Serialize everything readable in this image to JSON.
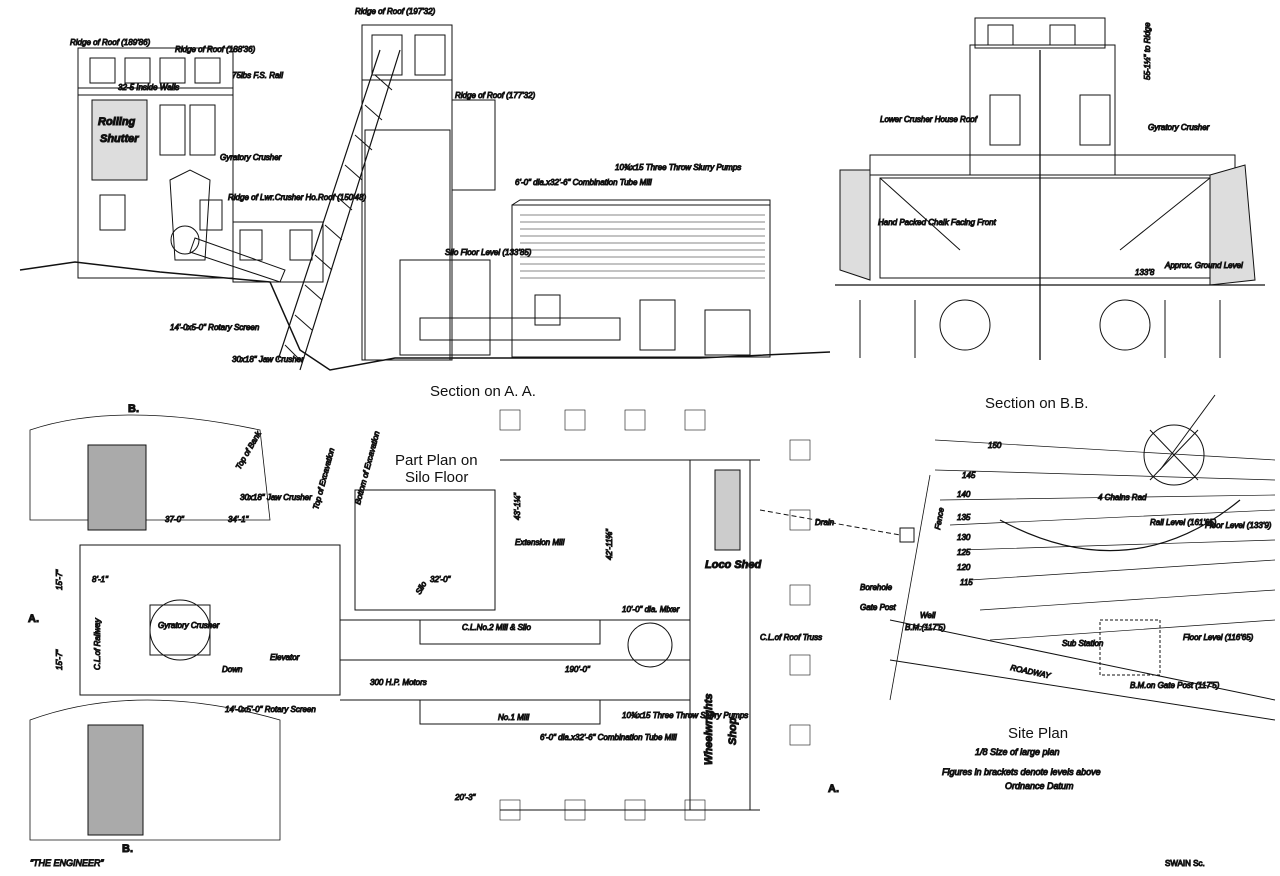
{
  "captions": {
    "section_aa": "Section on A. A.",
    "section_bb": "Section on B.B.",
    "part_plan": "Part Plan on",
    "part_plan2": "Silo Floor",
    "site_plan": "Site Plan",
    "site_scale": "1/8 Size of large plan",
    "site_note1": "Figures in brackets denote levels above",
    "site_note2": "Ordnance Datum",
    "credit_left": "“THE ENGINEER”",
    "credit_right": "SWAIN Sc."
  },
  "section_aa_labels": {
    "ridge1": "Ridge of Roof (189'86)",
    "ridge2": "Ridge of Roof (188'36)",
    "ridge3": "Ridge of Roof (197'32)",
    "ridge4": "Ridge of Roof (177'32)",
    "inside_walls": "32-5 Inside Walls",
    "rail": "75lbs F.S. Rail",
    "rolling": "Rolling",
    "shutter": "Shutter",
    "gyratory": "Gyratory Crusher",
    "lwr_ridge": "Ridge of Lwr.Crusher Ho.Roof (150'48)",
    "tube_mill": "6'-0\" dia.x32'-6\" Combination Tube Mill",
    "pumps": "10¾x15 Three Throw Slurry Pumps",
    "silo_floor": "Silo Floor Level (133'85)",
    "rotary_screen": "14'-0x5-0\" Rotary Screen",
    "jaw_crusher": "30x18\" Jaw Crusher"
  },
  "section_bb_labels": {
    "lower_roof": "Lower Crusher House Roof",
    "gyratory": "Gyratory Crusher",
    "to_ridge": "55-1½\" to Ridge",
    "hand_packed": "Hand Packed Chalk Facing Front",
    "level": "133'8",
    "ground": "Approx. Ground Level"
  },
  "plan_labels": {
    "b_top": "B.",
    "b_bottom": "B.",
    "a_left": "A.",
    "a_right": "A.",
    "top_bank": "Top of Bank",
    "top_excavation": "Top of Excavation",
    "bottom_excavation": "Bottom of Excavation",
    "jaw_crusher": "30x18\" Jaw Crusher",
    "dim_37": "37-0\"",
    "dim_34": "34'-1\"",
    "dim_8": "8'-1\"",
    "dim_32": "32'-0\"",
    "dim_15a": "15'-7\"",
    "dim_15b": "15'-7\"",
    "dim_43": "43'-1¼\"",
    "dim_42": "42'-11⅝\"",
    "dim_190": "190'-0\"",
    "dim_20": "20'-3\"",
    "railway": "C.L.of Railway",
    "gyratory": "Gyratory Crusher",
    "silo": "Silo",
    "extension": "Extension Mill",
    "mill_silo": "C.L.No.2 Mill & Silo",
    "mixer": "10'-0\" dia. Mixer",
    "loco": "Loco Shed",
    "roof_truss": "C.L.of Roof Truss",
    "elevator": "Elevator",
    "down": "Down",
    "motors": "300 H.P. Motors",
    "rotary_screen": "14'-0x5'-0\" Rotary Screen",
    "no1_mill": "No.1 Mill",
    "tube_mill": "6'-0\" dia.x32'-6\" Combination Tube Mill",
    "pumps": "10¾x15 Three Throw Slurry Pumps",
    "wheelwrights": "Wheelwrights",
    "shop": "Shop",
    "drain": "Drain"
  },
  "site_labels": {
    "contours": [
      "150",
      "145",
      "140",
      "135",
      "130",
      "125",
      "120",
      "115"
    ],
    "chains": "4 Chains Rad",
    "rail_level": "Rail Level (161'65)",
    "floor_level1": "Floor Level (133'9)",
    "fence": "Fence",
    "borehole": "Borehole",
    "gate_post": "Gate Post",
    "well": "Well",
    "bm": "B.M.(117'5)",
    "sub_station": "Sub Station",
    "floor_level2": "Floor Level (116'65)",
    "roadway": "ROADWAY",
    "bm_gate": "B.M.on Gate Post (117'5)"
  }
}
